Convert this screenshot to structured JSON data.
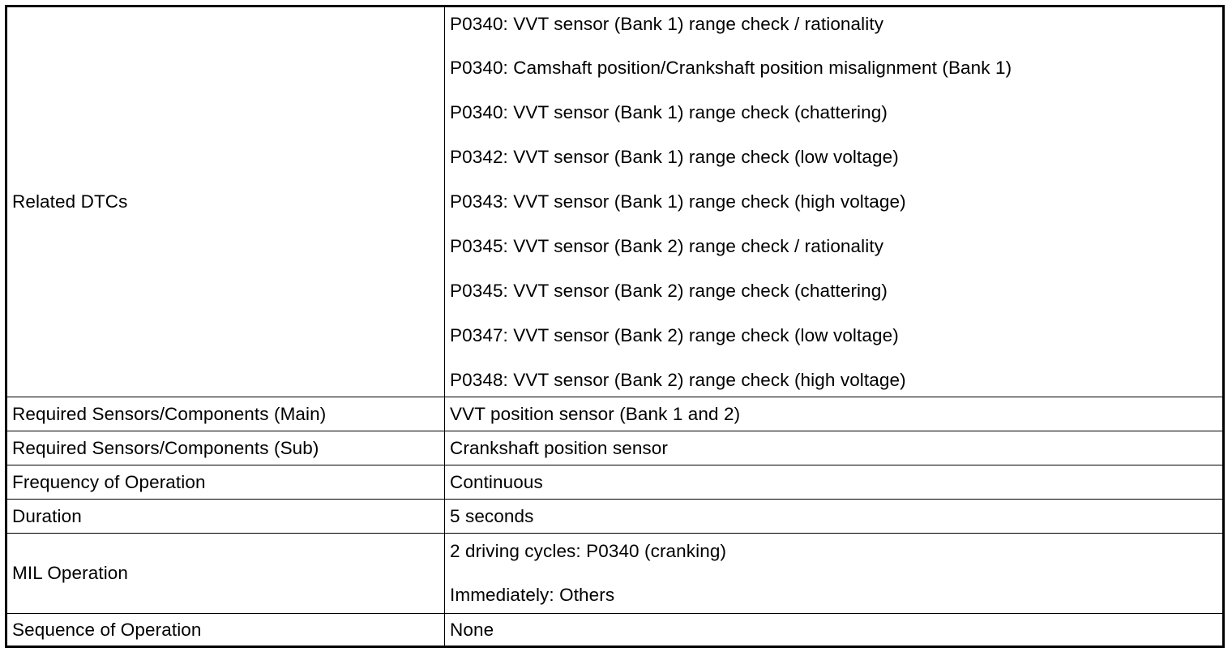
{
  "table": {
    "related_dtcs": {
      "label": "Related DTCs",
      "items": [
        "P0340: VVT sensor (Bank 1) range check / rationality",
        "P0340: Camshaft position/Crankshaft position misalignment (Bank 1)",
        "P0340: VVT sensor (Bank 1) range check (chattering)",
        "P0342: VVT sensor (Bank 1) range check (low voltage)",
        "P0343: VVT sensor (Bank 1) range check (high voltage)",
        "P0345: VVT sensor (Bank 2) range check / rationality",
        "P0345: VVT sensor (Bank 2) range check (chattering)",
        "P0347: VVT sensor (Bank 2) range check (low voltage)",
        "P0348: VVT sensor (Bank 2) range check (high voltage)"
      ]
    },
    "required_main": {
      "label": "Required Sensors/Components (Main)",
      "value": "VVT position sensor (Bank 1 and 2)"
    },
    "required_sub": {
      "label": "Required Sensors/Components (Sub)",
      "value": "Crankshaft position sensor"
    },
    "frequency": {
      "label": "Frequency of Operation",
      "value": "Continuous"
    },
    "duration": {
      "label": "Duration",
      "value": "5 seconds"
    },
    "mil_operation": {
      "label": "MIL Operation",
      "items": [
        "2 driving cycles: P0340 (cranking)",
        "Immediately: Others"
      ]
    },
    "sequence": {
      "label": "Sequence of Operation",
      "value": "None"
    }
  }
}
